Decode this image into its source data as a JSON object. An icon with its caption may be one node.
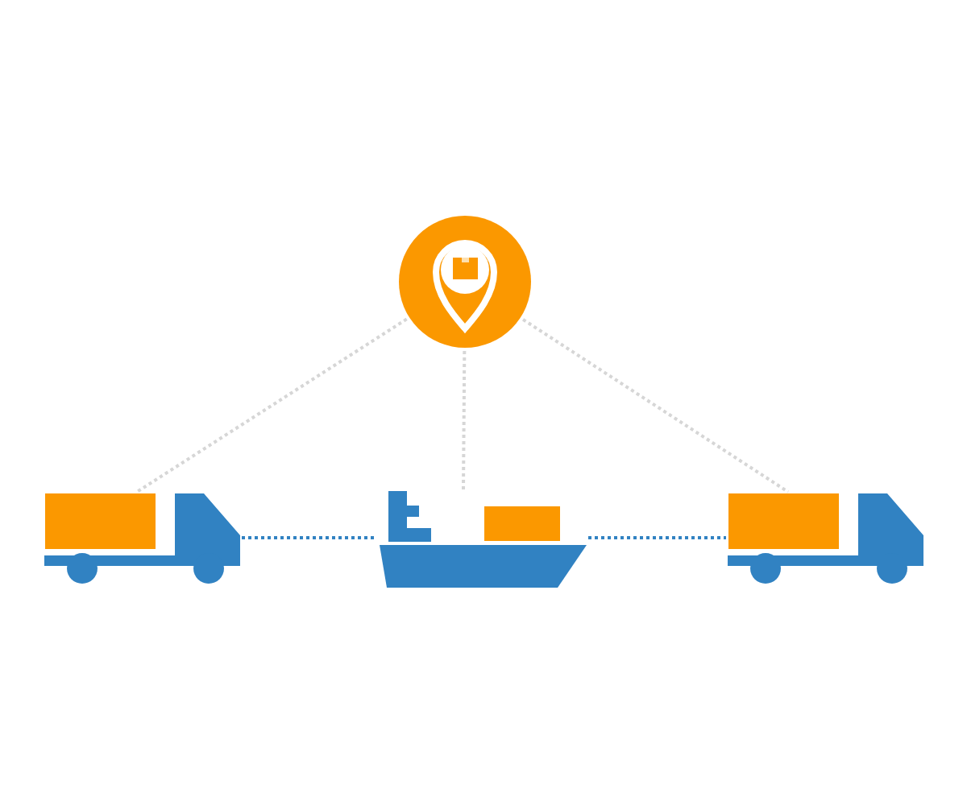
{
  "diagram": {
    "nodes": [
      {
        "text": [],
        "shape": "circle"
      },
      {
        "text": [],
        "shape": "truck"
      },
      {
        "text": [],
        "shape": "ship"
      },
      {
        "text": [],
        "shape": "truck"
      }
    ],
    "edges": [
      {
        "from": 0,
        "to": 1,
        "arrow": "none",
        "style": "dashed"
      },
      {
        "from": 0,
        "to": 2,
        "arrow": "none",
        "style": "dashed"
      },
      {
        "from": 0,
        "to": 3,
        "arrow": "none",
        "style": "dashed"
      },
      {
        "from": 1,
        "to": 2,
        "arrow": "none",
        "style": "dashed",
        "color": "#3182c2"
      },
      {
        "from": 2,
        "to": 3,
        "arrow": "none",
        "style": "dashed",
        "color": "#3182c2"
      }
    ]
  }
}
